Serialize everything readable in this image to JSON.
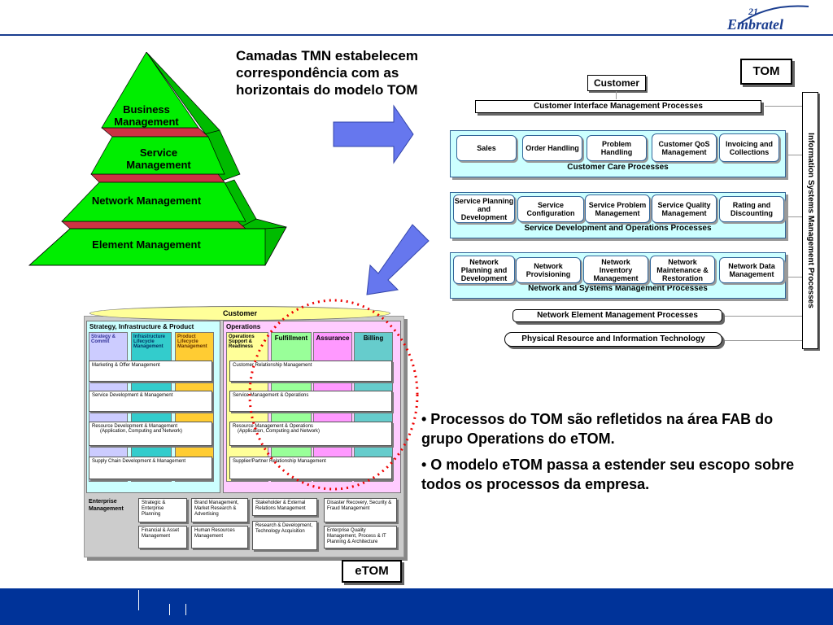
{
  "brand": {
    "logo_text": "Embratel",
    "logo_number": "21",
    "color": "#1a3d8f",
    "footer_color": "#003399"
  },
  "title": "Camadas TMN estabelecem correspondência com as horizontais do modelo TOM",
  "pyramid": {
    "layers": [
      "Business Management",
      "Service Management",
      "Network Management",
      "Element Management"
    ],
    "fill": "#00ee00",
    "separator": "#cc3344"
  },
  "tom": {
    "label": "TOM",
    "customer": "Customer",
    "cim": "Customer Interface Management Processes",
    "ism": "Information Systems Management  Processes",
    "care": {
      "boxes": [
        "Sales",
        "Order Handling",
        "Problem Handling",
        "Customer QoS Management",
        "Invoicing and Collections"
      ],
      "label": "Customer Care Processes"
    },
    "sdo": {
      "boxes": [
        "Service Planning and Development",
        "Service Configuration",
        "Service Problem Management",
        "Service Quality Management",
        "Rating and Discounting"
      ],
      "label": "Service Development and Operations Processes"
    },
    "nsm": {
      "boxes": [
        "Network Planning and Development",
        "Network Provisioning",
        "Network Inventory Management",
        "Network Maintenance & Restoration",
        "Network Data Management"
      ],
      "label": "Network and Systems Management Processes"
    },
    "nem": "Network Element Management Processes",
    "prit": "Physical Resource and Information Technology"
  },
  "etom": {
    "label": "eTOM",
    "customer": "Customer",
    "sip": {
      "title": "Strategy, Infrastructure & Product",
      "cols": [
        "Strategy & Commit",
        "Infrastructure Lifecycle Management",
        "Product Lifecycle Management"
      ]
    },
    "ops": {
      "title": "Operations",
      "cols": [
        "Operations Support & Readiness",
        "Fulfillment",
        "Assurance",
        "Billing"
      ]
    },
    "sip_rows": [
      "Marketing & Offer Management",
      "Service Development & Management",
      "Resource Development & Management",
      "Supply Chain Development & Management"
    ],
    "sip_row3_sub": "(Application, Computing and Network)",
    "ops_rows": [
      "Customer Relationship Management",
      "Service Management & Operations",
      "Resource Management & Operations",
      "Supplier/Partner Relationship Management"
    ],
    "ops_row3_sub": "(Application, Computing and Network)",
    "em": {
      "title": "Enterprise Management",
      "boxes": [
        "Strategic & Enterprise Planning",
        "Brand Management, Market Research & Advertising",
        "Stakeholder & External Relations Management",
        "Disaster Recovery, Security & Fraud Management",
        "Financial & Asset Management",
        "Human Resources Management",
        "Research & Development, Technology Acquisition",
        "Enterprise Quality Management, Process &  IT Planning & Architecture"
      ]
    },
    "colors": {
      "strategy": "#ccccff",
      "infra": "#33cccc",
      "product": "#ffcc33",
      "ops_support": "#ffff99",
      "fulfillment": "#99ff99",
      "assurance": "#ff99ff",
      "billing": "#66cccc",
      "sip_bg": "#ccffff",
      "ops_bg": "#ffccff"
    }
  },
  "bullets": [
    "• Processos do TOM são refletidos na área FAB do grupo Operations do eTOM.",
    "• O modelo eTOM passa a estender seu escopo sobre todos os processos da empresa."
  ]
}
